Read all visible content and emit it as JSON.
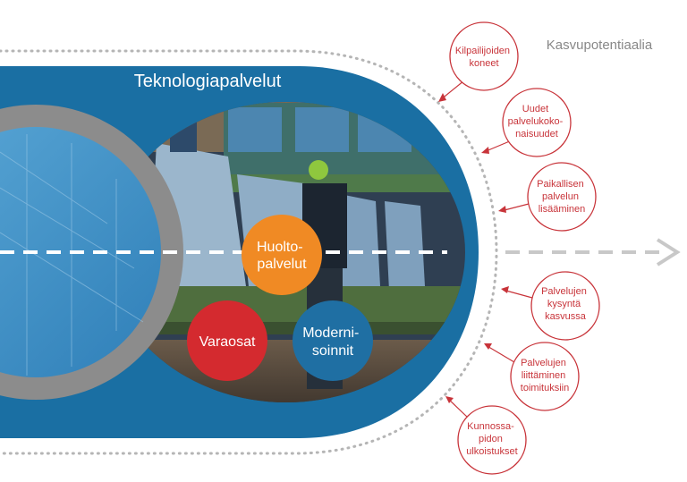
{
  "main_title": "Teknologiapalvelut",
  "growth_title": "Kasvupotentiaalia",
  "services": [
    {
      "lines": [
        "Huolto-",
        "palvelut"
      ],
      "color": "#f08a24"
    },
    {
      "lines": [
        "Varaosat"
      ],
      "color": "#d42a2f"
    },
    {
      "lines": [
        "Moderni-",
        "soinnit"
      ],
      "color": "#1f6fa3"
    }
  ],
  "growth_items": [
    {
      "lines": [
        "Kilpailijoiden",
        "koneet"
      ]
    },
    {
      "lines": [
        "Uudet",
        "palvelukoko-",
        "naisuudet"
      ]
    },
    {
      "lines": [
        "Paikallisen",
        "palvelun",
        "lisääminen"
      ]
    },
    {
      "lines": [
        "Palvelujen",
        "kysyntä",
        "kasvussa"
      ]
    },
    {
      "lines": [
        "Palvelujen",
        "liittäminen",
        "toimituksiin"
      ]
    },
    {
      "lines": [
        "Kunnossa-",
        "pidon",
        "ulkoistukset"
      ]
    }
  ],
  "colors": {
    "brand_blue": "#1a6fa3",
    "gray_ring": "#8c8c8c",
    "growth_red": "#c8343a",
    "dotted_gray": "#b5b5b5"
  },
  "icons": {
    "photo": "factory-workers-photo",
    "arrow": "dashed-arrow-right-icon"
  }
}
